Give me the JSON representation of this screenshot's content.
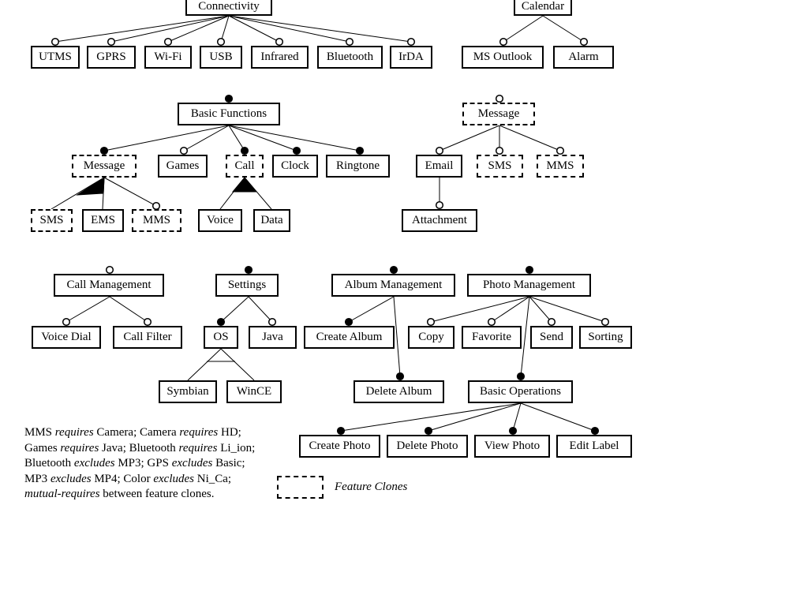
{
  "features": {
    "connectivity": "Connectivity",
    "utms": "UTMS",
    "gprs": "GPRS",
    "wifi": "Wi-Fi",
    "usb": "USB",
    "infrared": "Infrared",
    "bluetooth": "Bluetooth",
    "irda": "IrDA",
    "calendar": "Calendar",
    "ms_outlook": "MS Outlook",
    "alarm": "Alarm",
    "basic_functions": "Basic Functions",
    "message_bf": "Message",
    "games": "Games",
    "call": "Call",
    "clock": "Clock",
    "ringtone": "Ringtone",
    "sms_bf": "SMS",
    "ems": "EMS",
    "mms_bf": "MMS",
    "voice": "Voice",
    "data": "Data",
    "message_root": "Message",
    "email": "Email",
    "sms_root": "SMS",
    "mms_root": "MMS",
    "attachment": "Attachment",
    "call_management": "Call Management",
    "voice_dial": "Voice Dial",
    "call_filter": "Call Filter",
    "settings": "Settings",
    "os": "OS",
    "java": "Java",
    "symbian": "Symbian",
    "wince": "WinCE",
    "album_management": "Album Management",
    "create_album": "Create Album",
    "delete_album": "Delete Album",
    "photo_management": "Photo Management",
    "copy": "Copy",
    "favorite": "Favorite",
    "send": "Send",
    "sorting": "Sorting",
    "basic_operations": "Basic Operations",
    "create_photo": "Create Photo",
    "delete_photo": "Delete Photo",
    "view_photo": "View Photo",
    "edit_label": "Edit Label"
  },
  "constraints": {
    "l1_a": "MMS ",
    "l1_b": "requires",
    "l1_c": " Camera; Camera ",
    "l1_d": "requires",
    "l1_e": " HD;",
    "l2_a": "Games ",
    "l2_b": "requires",
    "l2_c": " Java; Bluetooth ",
    "l2_d": "requires",
    "l2_e": " Li_ion;",
    "l3_a": "Bluetooth ",
    "l3_b": "excludes",
    "l3_c": " MP3; GPS ",
    "l3_d": "excludes",
    "l3_e": " Basic;",
    "l4_a": "MP3 ",
    "l4_b": "excludes",
    "l4_c": " MP4; Color ",
    "l4_d": "excludes",
    "l4_e": " Ni_Ca;",
    "l5_a": "mutual-requires",
    "l5_b": " between feature clones."
  },
  "legend": {
    "clone_label": "Feature Clones"
  }
}
